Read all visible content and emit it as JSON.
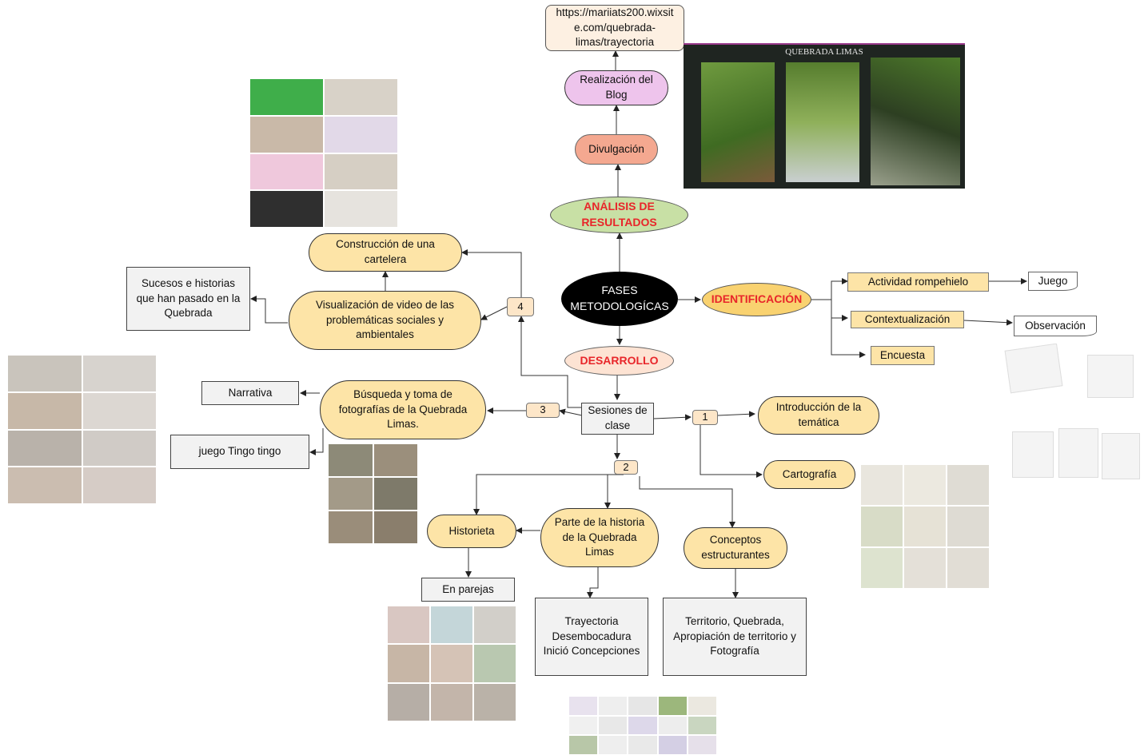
{
  "center": "FASES\nMETODOLOGÍCAS",
  "identificacion": {
    "label": "IDENTIFICACIÓN",
    "actividad": "Actividad rompehielo",
    "juego": "Juego",
    "contextualizacion": "Contextualización",
    "observacion": "Observación",
    "encuesta": "Encuesta"
  },
  "analisis": {
    "label": "ANÁLISIS DE\nRESULTADOS",
    "divulgacion": "Divulgación",
    "blog": "Realización del\nBlog",
    "url": "https://mariiats200.wixsit\ne.com/quebrada-\nlimas/trayectoria",
    "website_title": "QUEBRADA LIMAS"
  },
  "desarrollo": {
    "label": "DESARROLLO",
    "sesiones": "Sesiones de\nclase",
    "tag1": "1",
    "tag2": "2",
    "tag3": "3",
    "tag4": "4",
    "introduccion": "Introducción de la\ntemática",
    "cartografia": "Cartografía",
    "busqueda": "Búsqueda y toma de\nfotografías de la Quebrada\nLimas.",
    "narrativa": "Narrativa",
    "tingo": "juego Tingo tingo",
    "visualizacion": "Visualización de video de las\nproblemáticas sociales y\nambientales",
    "sucesos": "Sucesos e historias\nque han pasado en la\nQuebrada",
    "cartelera": "Construcción  de una\ncartelera",
    "historieta": "Historieta",
    "parejas": "En parejas",
    "parte_historia": "Parte de la historia\nde la Quebrada\nLimas",
    "trayectoria": "Trayectoria\nDesembocadura\nInició Concepciones",
    "conceptos": "Conceptos\nestructurantes",
    "territorio": "Territorio, Quebrada,\nApropiación de territorio y\nFotografía"
  },
  "colors": {
    "node_yellow": "#fde4a7",
    "label_red": "#e8262a",
    "analisis_green": "#c8e0a5",
    "identificacion_orange": "#f9d270",
    "desarrollo_peach": "#fde3d3",
    "divulgacion_salmon": "#f4a890",
    "blog_pink": "#eec4ec"
  }
}
